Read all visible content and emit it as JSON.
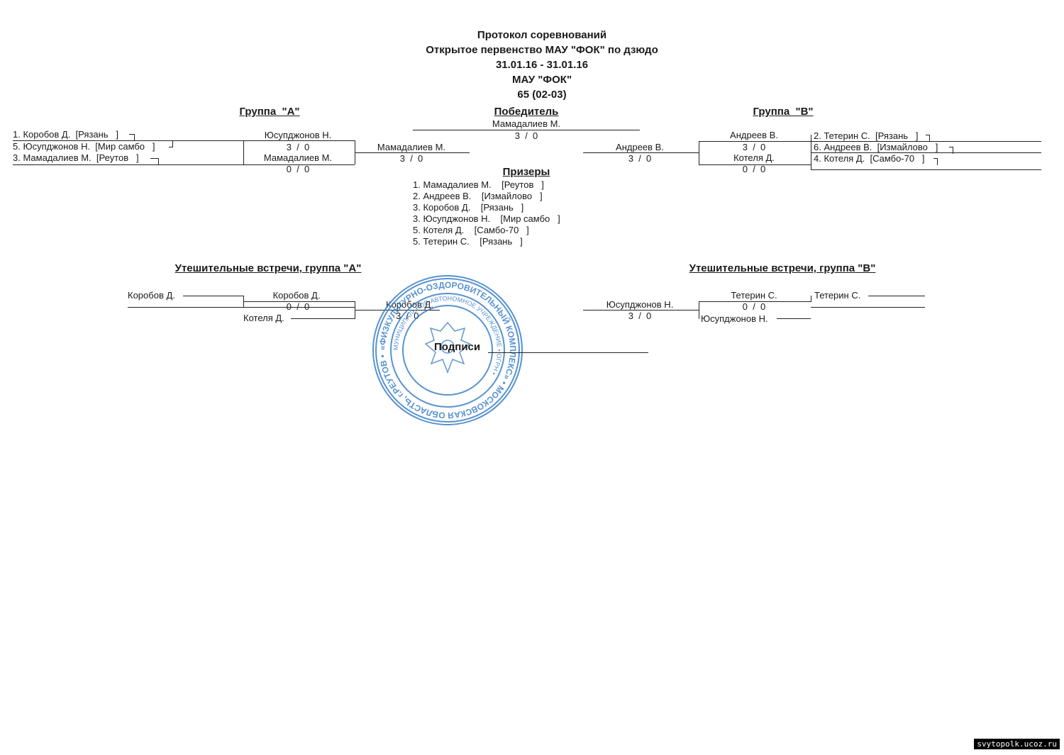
{
  "header": {
    "title": "Протокол соревнований",
    "event": "Открытое первенство МАУ \"ФОК\" по дзюдо",
    "dates": "31.01.16 - 31.01.16",
    "venue": "МАУ \"ФОК\"",
    "category": "65 (02-03)"
  },
  "group_a": {
    "title": "Группа  \"А\"",
    "entries": [
      "1. Коробов Д.  [Рязань   ]",
      "5. Юсупджонов Н.  [Мир самбо   ]",
      "3. Мамадалиев М.  [Реутов   ]"
    ],
    "match1": {
      "winner": "Юсупджонов Н.",
      "score": "3  /  0"
    },
    "match2": {
      "winner": "Мамадалиев М.",
      "score": "0  /  0"
    },
    "final": {
      "winner": "Мамадалиев М.",
      "score": "3  /  0"
    }
  },
  "winner": {
    "title": "Победитель",
    "name": "Мамадалиев М.",
    "score": "3  /  0"
  },
  "group_b": {
    "title": "Группа  \"В\"",
    "entries": [
      "2. Тетерин С.  [Рязань   ]",
      "6. Андреев В.  [Измайлово   ]",
      "4. Котеля Д.  [Самбо-70   ]"
    ],
    "match1": {
      "winner": "Андреев В.",
      "score": "3  /  0"
    },
    "match2": {
      "winner": "Котеля Д.",
      "score": "0  /  0"
    },
    "final": {
      "winner": "Андреев В.",
      "score": "3  /  0"
    }
  },
  "prizes": {
    "title": "Призеры",
    "items": [
      "1. Мамадалиев М.    [Реутов   ]",
      "2. Андреев В.    [Измайлово   ]",
      "3. Коробов Д.    [Рязань   ]",
      "3. Юсупджонов Н.    [Мир самбо   ]",
      "5. Котеля Д.    [Самбо-70   ]",
      "5. Тетерин С.    [Рязань   ]"
    ]
  },
  "consolation_a": {
    "title": "Утешительные встречи, группа \"А\"",
    "start": "Коробов Д.",
    "match1": {
      "winner": "Коробов Д.",
      "score": "0  /  0"
    },
    "other": "Котеля Д.",
    "final": {
      "winner": "Коробов Д.",
      "score": "3  /  0"
    }
  },
  "consolation_b": {
    "title": "Утешительные встречи, группа \"В\"",
    "start": "Тетерин С.",
    "match1": {
      "winner": "Тетерин С.",
      "score": "0  /  0"
    },
    "other": "Юсупджонов Н.",
    "final": {
      "winner": "Юсупджонов Н.",
      "score": "3  /  0"
    }
  },
  "signatures": {
    "label": "Подписи"
  },
  "stamp": {
    "outer_text": "«ФИЗКУЛЬТУРНО-ОЗДОРОВИТЕЛЬНЫЙ КОМПЛЕКС» • МОСКОВСКАЯ ОБЛАСТЬ, г.РЕУТОВ •",
    "inner_text": "МУНИЦИПАЛЬНОЕ АВТОНОМНОЕ УЧРЕЖДЕНИЕ • ОГРН •",
    "color": "#3a7fc8"
  },
  "watermark": "svytopolk.ucoz.ru"
}
